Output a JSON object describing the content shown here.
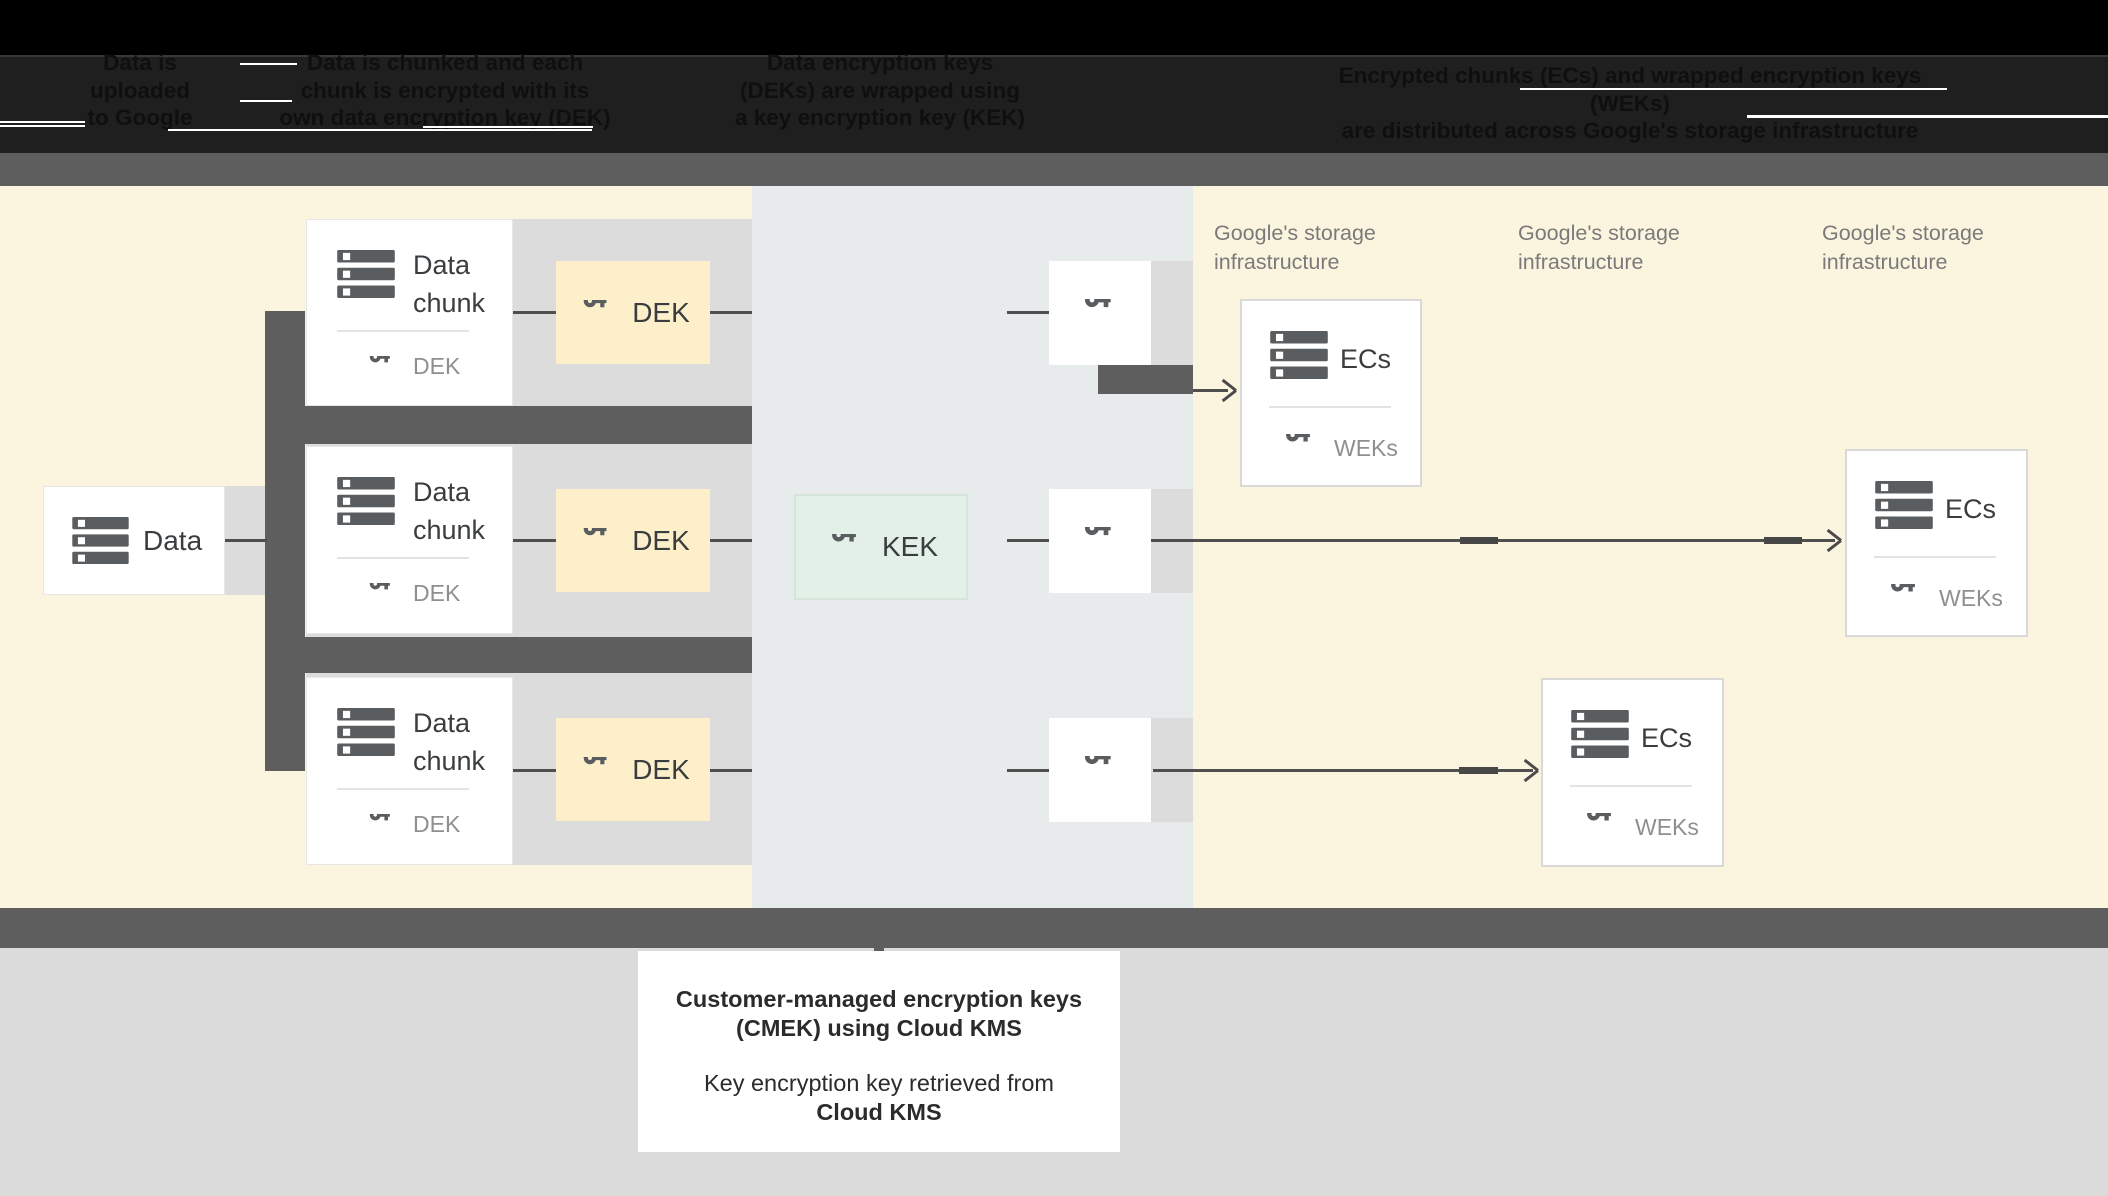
{
  "palette": {
    "header_bg": "#000000",
    "divider_bar": "#5e5e5e",
    "cream_zone": "#fbf5df",
    "dek_box": "#fcefc9",
    "middle_zone": "#e8ebec",
    "kek_box": "#e2f0e7",
    "light_band": "#dcdcdc",
    "bottom_zone": "#dbdbdb",
    "icon_gray": "#5a5d5f",
    "text_dark": "#3a3d3f",
    "text_gray": "#8f8f8f"
  },
  "header": {
    "columns": [
      {
        "lines": [
          "Data is",
          "uploaded",
          "to Google"
        ]
      },
      {
        "lines": [
          "Data is chunked and each",
          "chunk is encrypted with its",
          "own data encryption key (DEK)"
        ]
      },
      {
        "lines": [
          "Data encryption keys",
          "(DEKs) are wrapped using",
          "a key encryption key (KEK)"
        ]
      },
      {
        "lines": [
          "Encrypted chunks (ECs) and wrapped encryption keys (WEKs)",
          "are distributed across Google's storage infrastructure"
        ]
      }
    ]
  },
  "diagram": {
    "data_box": {
      "label": "Data",
      "icon": "stack-icon"
    },
    "chunk_rows": [
      {
        "title_line1": "Data",
        "title_line2": "chunk",
        "key_caption": "DEK",
        "dek_label": "DEK"
      },
      {
        "title_line1": "Data",
        "title_line2": "chunk",
        "key_caption": "DEK",
        "dek_label": "DEK"
      },
      {
        "title_line1": "Data",
        "title_line2": "chunk",
        "key_caption": "DEK",
        "dek_label": "DEK"
      }
    ],
    "kek_box": {
      "label": "KEK",
      "icon": "key-icon"
    },
    "key_squares": [
      {
        "icon": "key-icon"
      },
      {
        "icon": "key-icon"
      },
      {
        "icon": "key-icon"
      }
    ],
    "storage_labels": [
      {
        "line1": "Google's storage",
        "line2": "infrastructure"
      },
      {
        "line1": "Google's storage",
        "line2": "infrastructure"
      },
      {
        "line1": "Google's storage",
        "line2": "infrastructure"
      }
    ],
    "ecs_boxes": [
      {
        "label": "ECs",
        "key_caption": "WEKs"
      },
      {
        "label": "ECs",
        "key_caption": "WEKs"
      },
      {
        "label": "ECs",
        "key_caption": "WEKs"
      }
    ]
  },
  "footer": {
    "caption_lines": [
      "Customer-managed encryption keys",
      "(CMEK) using Cloud KMS",
      "Key encryption key retrieved from",
      "Cloud KMS"
    ]
  }
}
